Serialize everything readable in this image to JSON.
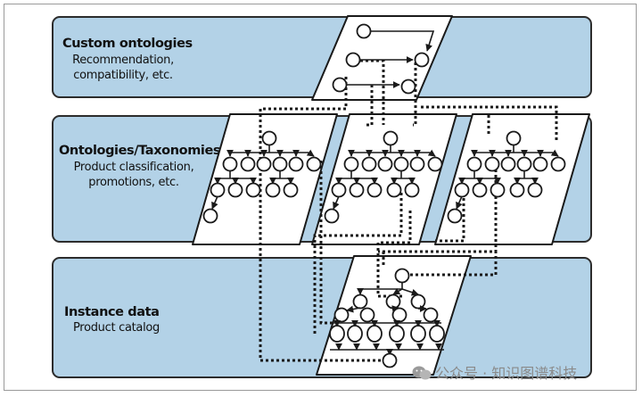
{
  "layers": {
    "custom": {
      "title": "Custom ontologies",
      "subtitle_line1": "Recommendation,",
      "subtitle_line2": "compatibility, etc."
    },
    "ontologies": {
      "title": "Ontologies/Taxonomies",
      "subtitle_line1": "Product classification,",
      "subtitle_line2": "promotions, etc."
    },
    "instance": {
      "title": "Instance data",
      "subtitle_line1": "Product catalog"
    }
  },
  "colors": {
    "band_fill": "#b3d2e7",
    "outline": "#1a1a1a",
    "panel_fill": "#ffffff"
  },
  "watermark": {
    "text": "公众号 · 知识图谱科技",
    "icon": "wechat-icon"
  }
}
